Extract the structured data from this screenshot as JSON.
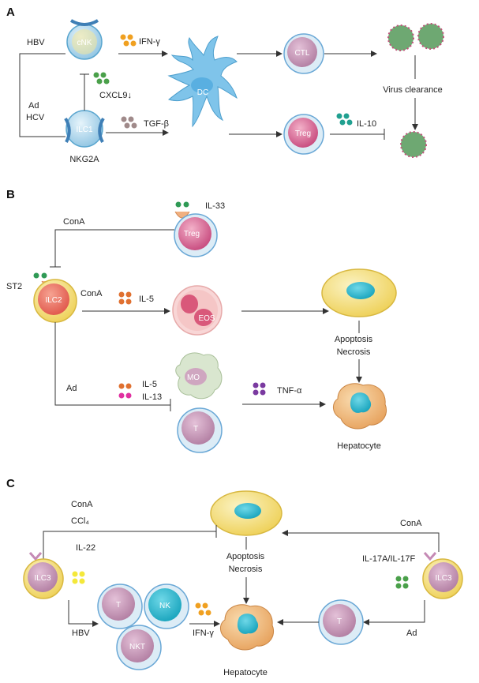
{
  "panels": {
    "a": "A",
    "b": "B",
    "c": "C"
  },
  "colors": {
    "cell_blue": "#a9d3ea",
    "cell_yellow": "#f2df72",
    "cell_pink": "#d6709a",
    "cell_mauve": "#c48fb2",
    "treg_magenta": "#c43b73",
    "eos_pink": "#e9758e",
    "virus_green": "#6ea872",
    "dot_orange": "#f0a020",
    "dot_green": "#4aa04a",
    "dot_teal": "#20a090",
    "dot_purple": "#7a3aa0",
    "dot_grey": "#a08a8a",
    "dot_yellow": "#f4e83a",
    "dot_brown": "#e07030",
    "dot_magenta": "#e030a0"
  },
  "panel_a": {
    "hbv": "HBV",
    "ad": "Ad",
    "hcv": "HCV",
    "cnk": "cNK",
    "ilc1": "ILC1",
    "nkg2a": "NKG2A",
    "cxcl9": "CXCL9↓",
    "ifn": "IFN-γ",
    "tgf": "TGF-β",
    "dc": "DC",
    "ctl": "CTL",
    "treg": "Treg",
    "il10": "IL-10",
    "virus_clearance": "Virus clearance"
  },
  "panel_b": {
    "conA_top": "ConA",
    "il33": "IL-33",
    "treg": "Treg",
    "st2": "ST2",
    "ilc2": "ILC2",
    "conA_mid": "ConA",
    "il5": "IL-5",
    "eos": "EOS",
    "apoptosis": "Apoptosis",
    "necrosis": "Necrosis",
    "ad": "Ad",
    "il5b": "IL-5",
    "il13": "IL-13",
    "mo": "MO",
    "t": "T",
    "tnf": "TNF-α",
    "hepatocyte": "Hepatocyte"
  },
  "panel_c": {
    "conA_left": "ConA",
    "ccl4": "CCl₄",
    "il22": "IL-22",
    "ilc3_left": "ILC3",
    "hbv": "HBV",
    "t": "T",
    "nk": "NK",
    "nkt": "NKT",
    "ifn": "IFN-γ",
    "apoptosis": "Apoptosis",
    "necrosis": "Necrosis",
    "hepatocyte": "Hepatocyte",
    "conA_right": "ConA",
    "il17": "IL-17A/IL-17F",
    "ilc3_right": "ILC3",
    "t_right": "T",
    "ad": "Ad"
  }
}
